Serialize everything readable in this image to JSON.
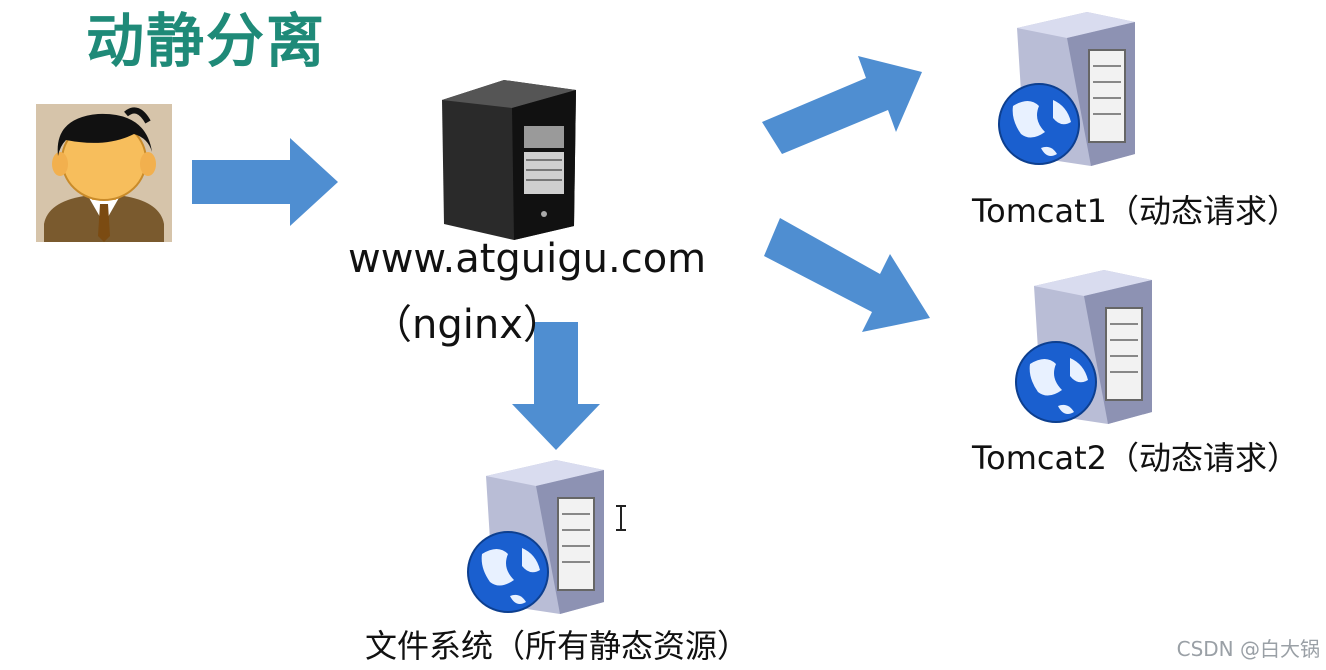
{
  "title": "动静分离",
  "nodes": {
    "client_icon": "user-avatar-icon",
    "nginx_domain": "www.atguigu.com",
    "nginx_name": "（nginx）",
    "tomcat1": "Tomcat1（动态请求）",
    "tomcat2": "Tomcat2（动态请求）",
    "filesystem": "文件系统（所有静态资源）"
  },
  "watermark": "CSDN @白大锅",
  "colors": {
    "title": "#1f8a78",
    "arrow": "#4f8ed1",
    "text": "#111111"
  }
}
